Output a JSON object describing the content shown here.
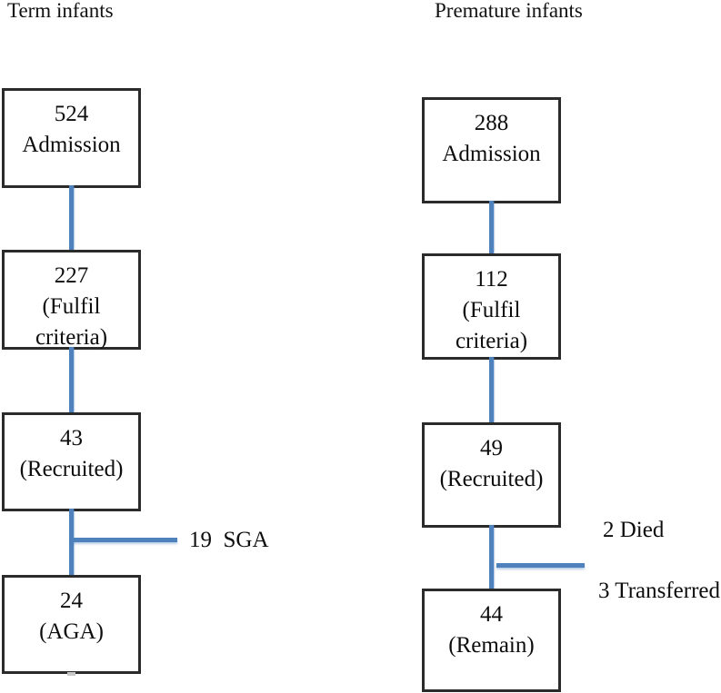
{
  "diagram": {
    "type": "flowchart",
    "columns": [
      {
        "title": "Term infants",
        "boxes": [
          {
            "lines": [
              "524",
              "Admission"
            ]
          },
          {
            "lines": [
              "227",
              "(Fulfil",
              "criteria)"
            ]
          },
          {
            "lines": [
              "43",
              "(Recruited)"
            ]
          },
          {
            "lines": [
              "24",
              "(AGA)"
            ]
          }
        ],
        "branch_labels": [
          {
            "text": "19  SGA"
          }
        ]
      },
      {
        "title": "Premature infants",
        "boxes": [
          {
            "lines": [
              "288",
              "Admission"
            ]
          },
          {
            "lines": [
              "112",
              "(Fulfil",
              "criteria)"
            ]
          },
          {
            "lines": [
              "49",
              "(Recruited)"
            ]
          },
          {
            "lines": [
              "44",
              "(Remain)"
            ]
          }
        ],
        "branch_labels": [
          {
            "text": "2 Died"
          },
          {
            "text": "3 Transferred"
          }
        ]
      }
    ],
    "colors": {
      "connector": "#4f81bd",
      "box_border": "#2b2b2b",
      "text": "#0d0d0d",
      "background": "#ffffff"
    }
  }
}
